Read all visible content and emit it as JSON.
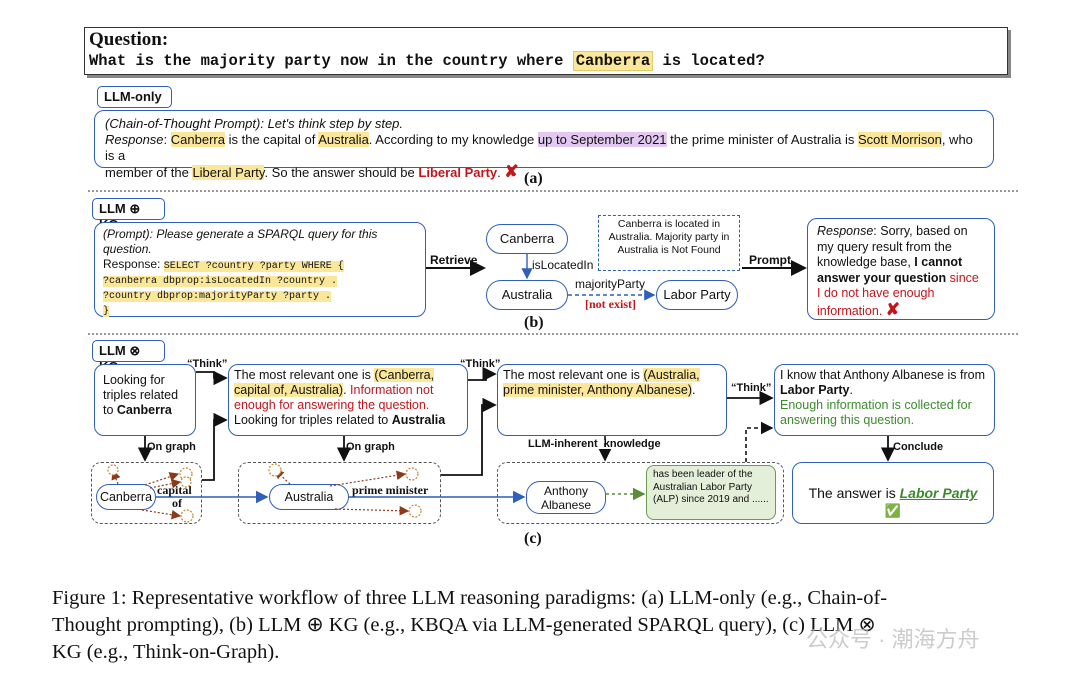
{
  "question": {
    "label": "Question:",
    "prefix": "What is the majority party now in the country where",
    "entity": "Canberra",
    "suffix": "is located?"
  },
  "panel_a": {
    "tag": "LLM-only",
    "prompt": "(Chain-of-Thought Prompt): Let's think step by step.",
    "response_label": "Response",
    "r1": "Canberra",
    "r2": " is the capital of ",
    "r3": "Australia",
    "r4": ". According to my knowledge ",
    "r5": "up to September 2021",
    "r6": " the prime minister of Australia is ",
    "r7": "Scott Morrison",
    "r8": ", who is a",
    "r9": "member of the ",
    "r10": "Liberal Party",
    "r11": ". So the answer should be ",
    "r12": "Liberal Party",
    "r13": ".",
    "sublabel": "(a)"
  },
  "panel_b": {
    "tag": "LLM ⊕ KG",
    "prompt": "(Prompt): Please generate a SPARQL query for this question.",
    "response_label": "Response:",
    "q1": "SELECT ?country ?party WHERE {",
    "q2": "?canberra dbprop:isLocatedIn ?country .",
    "q3": "?country dbprop:majorityParty ?party .",
    "q4": "}",
    "retrieve": "Retrieve",
    "node_canberra": "Canberra",
    "edge_located": "isLocatedIn",
    "node_australia": "Australia",
    "edge_majority": "majorityParty",
    "not_exist": "[not exist]",
    "node_labor": "Labor Party",
    "note": "Canberra is located in Australia. Majority party in Australia is Not Found",
    "prompt_arrow": "Prompt",
    "resp_label": "Response",
    "resp1": ": Sorry, based on my query result from the knowledge base, ",
    "resp2": "I cannot answer your question",
    "resp3": " since I do not have enough information.",
    "sublabel": "(b)"
  },
  "panel_c": {
    "tag": "LLM ⊗ KG",
    "start_1": "Looking for triples related to ",
    "start_2": "Canberra",
    "think": "“Think”",
    "s1_a": "The most relevant one is ",
    "s1_b": "(Canberra, capital of, Australia)",
    "s1_c": ". ",
    "s1_d": "Information not enough for answering the question.",
    "s1_e": "Looking for triples related to ",
    "s1_f": "Australia",
    "s2_a": "The most relevant one is ",
    "s2_b": "(Australia, prime minister, Anthony Albanese)",
    "s2_c": ".",
    "s3_a": "I know that Anthony Albanese is from ",
    "s3_b": "Labor Party",
    "s3_c": ".",
    "s3_d": "Enough information is collected for answering this question.",
    "on_graph": "On graph",
    "llm_inherent": "LLM-inherent  knowledge",
    "conclude": "Conclude",
    "g_canberra": "Canberra",
    "g_capital": "capital",
    "g_of": "of",
    "g_australia": "Australia",
    "g_pm": "prime minister",
    "g_anthony": "Anthony Albanese",
    "knowledge": "has been leader of the Australian Labor Party (ALP) since 2019 and ......",
    "answer_a": "The answer is ",
    "answer_b": "Labor Party",
    "check": "✅",
    "sublabel": "(c)"
  },
  "caption": {
    "l1": "Figure 1: Representative workflow of three LLM reasoning paradigms: (a) LLM-only (e.g., Chain-of-",
    "l2": "Thought prompting), (b) LLM ⊕ KG (e.g., KBQA via LLM-generated SPARQL query), (c) LLM ⊗",
    "l3": "KG (e.g., Think-on-Graph)."
  },
  "watermark": "公众号 · 潮海方舟"
}
